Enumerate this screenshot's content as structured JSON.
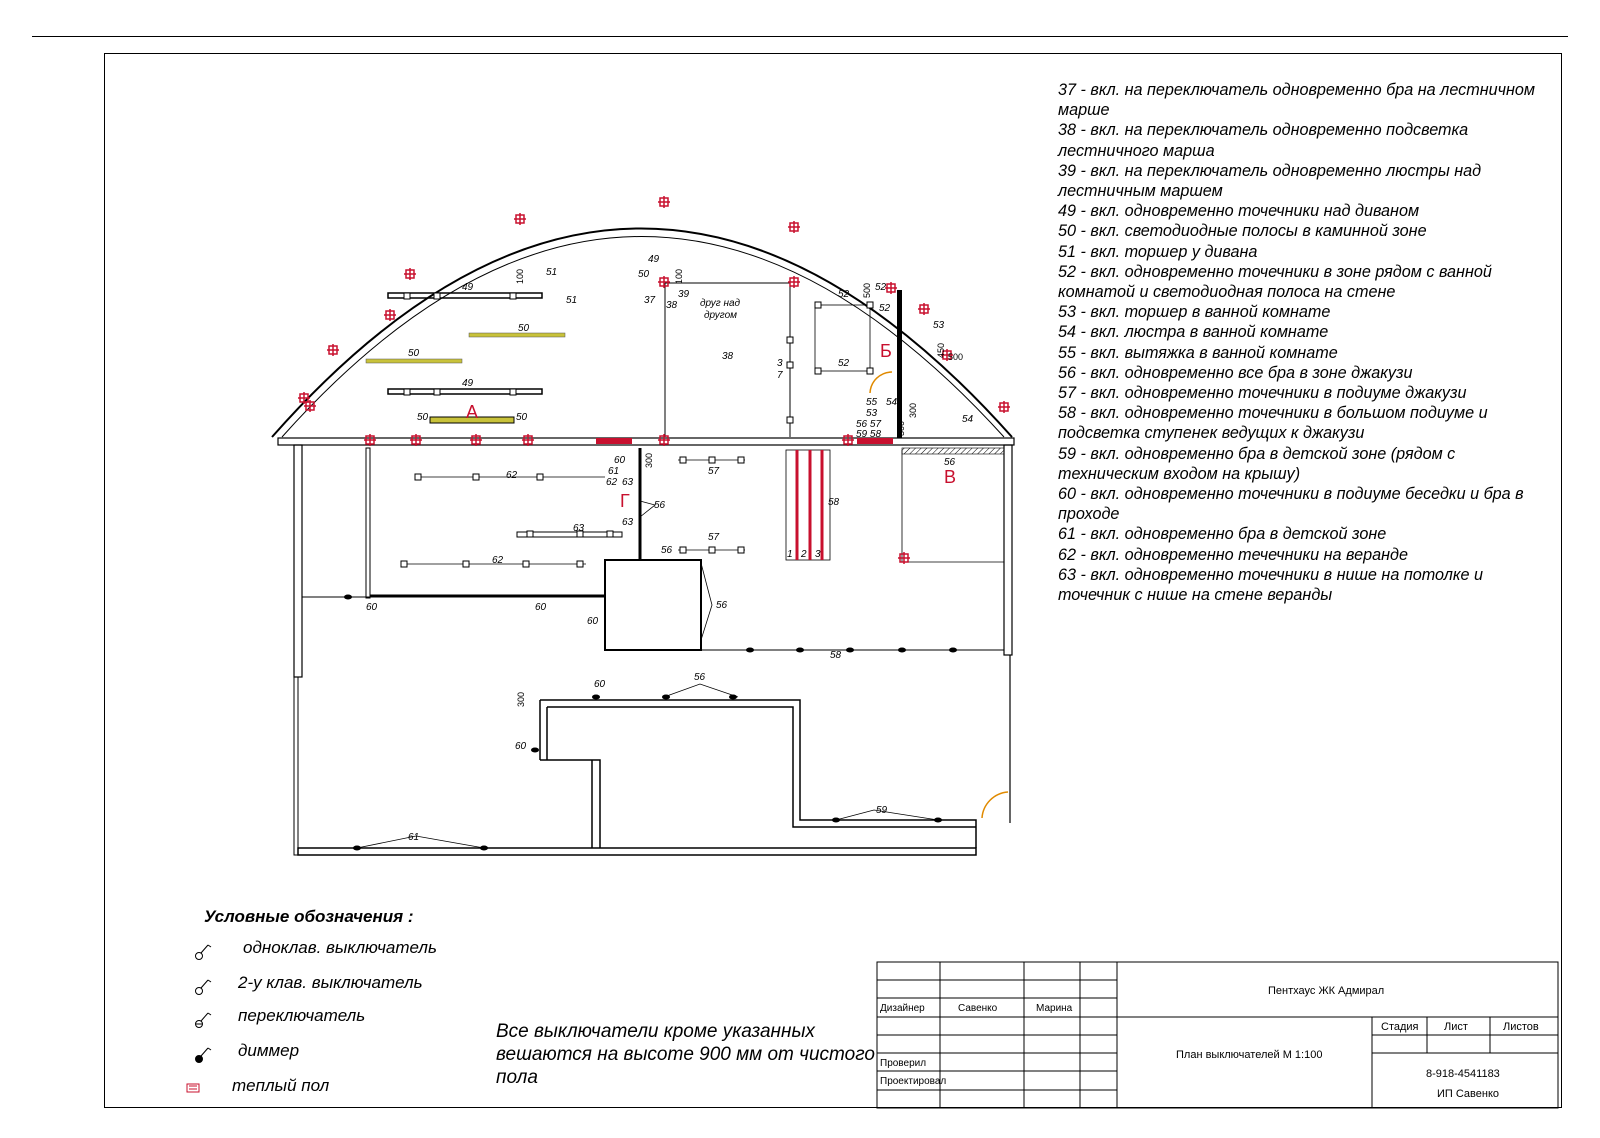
{
  "plan_labels": {
    "zone_a": "А",
    "zone_b": "Б",
    "zone_v": "В",
    "zone_g": "Г",
    "mark_49": "49",
    "mark_50": "50",
    "mark_51": "51",
    "mark_52": "52",
    "mark_53": "53",
    "mark_54": "54",
    "mark_55": "55",
    "mark_56": "56",
    "mark_57": "57",
    "mark_58": "58",
    "mark_59": "59",
    "mark_60": "60",
    "mark_61": "61",
    "mark_62": "62",
    "mark_63": "63",
    "mark_37": "37",
    "mark_38": "38",
    "mark_39": "39",
    "mark_3": "3",
    "mark_7": "7",
    "mark_1": "1",
    "mark_2": "2",
    "dim_100": "100",
    "dim_300": "300",
    "dim_450": "450",
    "dim_500": "500",
    "group_55_53": "55 54\n53",
    "group_5657": "56 57",
    "group_5958": "59 58",
    "group_60_61_62_63": "60\n61\n62 63",
    "note_one_above_other_1": "друг над",
    "note_one_above_other_2": "другом"
  },
  "notes": [
    "37 - вкл. на переключатель одновременно бра на лестничном марше",
    "38 - вкл. на переключатель одновременно подсветка лестничного марша",
    "39 - вкл. на переключатель одновременно люстры над лестничным маршем",
    "49 - вкл. одновременно точечники над диваном",
    "50 - вкл. светодиодные полосы в каминной зоне",
    "51 - вкл. торшер у дивана",
    "52 - вкл. одновременно точечники в зоне рядом с ванной комнатой и светодиодная полоса на стене",
    "53 - вкл. торшер в ванной комнате",
    "54 - вкл. люстра в ванной комнате",
    "55 - вкл. вытяжка в ванной комнате",
    "56 - вкл. одновременно все бра в зоне джакузи",
    "57 - вкл. одновременно точечники в подиуме джакузи",
    "58 - вкл. одновременно точечники в большом подиуме и подсветка ступенек ведущих к джакузи",
    "59 - вкл. одновременно бра в детской зоне (рядом с техническим входом на крышу)",
    "60 - вкл. одновременно точечники в подиуме беседки и бра в проходе",
    "61 - вкл. одновременно бра в детской зоне",
    "62 - вкл. одновременно течечники на веранде",
    "63 - вкл. одновременно точечники в нише на потолке и точечник с нише на стене веранды"
  ],
  "legend": {
    "title": "Условные обозначения :",
    "items": [
      {
        "label": "одноклав. выключатель",
        "icon": "single-switch-icon"
      },
      {
        "label": "2-у клав. выключатель",
        "icon": "double-switch-icon"
      },
      {
        "label": "переключатель",
        "icon": "changeover-switch-icon"
      },
      {
        "label": "диммер",
        "icon": "dimmer-icon"
      },
      {
        "label": "теплый пол",
        "icon": "heated-floor-icon"
      }
    ]
  },
  "mounting_note": "Все выключатели кроме указанных вешаются на высоте 900 мм от чистого пола",
  "title_block": {
    "project": "Пентхаус ЖК Адмирал",
    "sheet_title": "План выключателей М 1:100",
    "designer_label": "Дизайнер",
    "designer_name": "Савенко",
    "designer_first": "Марина",
    "checked_label": "Проверил",
    "designed_label": "Проектировал",
    "stage_label": "Стадия",
    "sheet_label": "Лист",
    "sheets_label": "Листов",
    "phone": "8-918-4541183",
    "company": "ИП Савенко"
  },
  "colors": {
    "lamp": "#c8102e",
    "led_strip": "#c8c23a",
    "heated_floor": "#c8102e",
    "door": "#e08a00"
  }
}
